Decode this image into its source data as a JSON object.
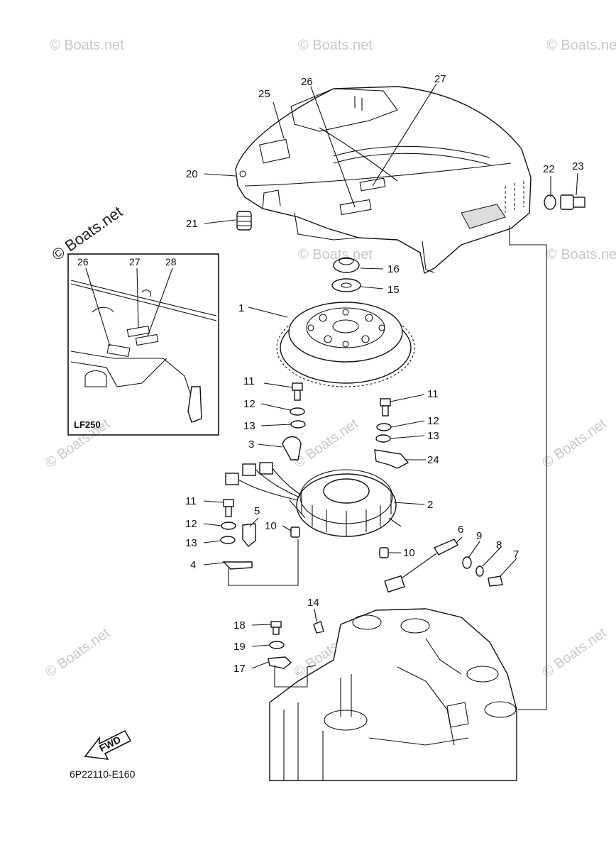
{
  "watermark_text": "© Boats.net",
  "diagram_code": "6P22110-E160",
  "inset": {
    "title": "LF250"
  },
  "fwd_label": "FWD",
  "part_labels": {
    "p1": "1",
    "p2": "2",
    "p3": "3",
    "p4": "4",
    "p5": "5",
    "p6": "6",
    "p7": "7",
    "p8": "8",
    "p9": "9",
    "p10": "10",
    "p11": "11",
    "p12": "12",
    "p13": "13",
    "p14": "14",
    "p15": "15",
    "p16": "16",
    "p17": "17",
    "p18": "18",
    "p19": "19",
    "p20": "20",
    "p21": "21",
    "p22": "22",
    "p23": "23",
    "p24": "24",
    "p25": "25",
    "p26": "26",
    "p27": "27",
    "p28": "28"
  }
}
